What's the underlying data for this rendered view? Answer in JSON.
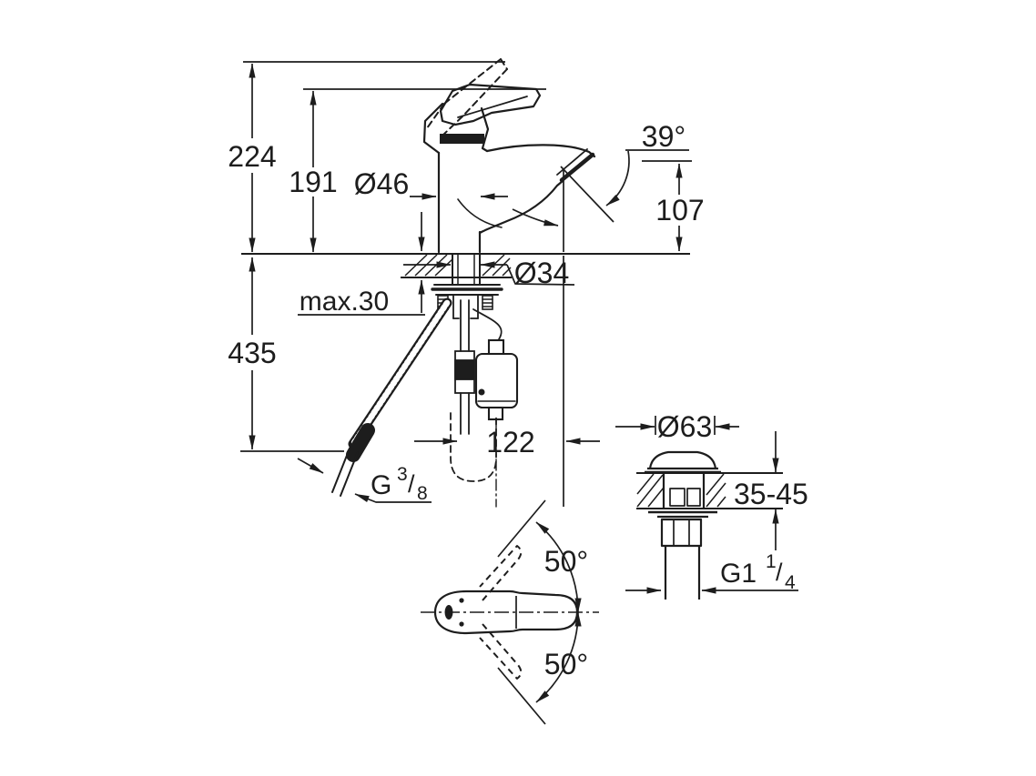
{
  "title": "Single-lever basin mixer technical dimension drawing",
  "background": "#ffffff",
  "line_color": "#1d1d1d",
  "dimensions": {
    "total_height": "224",
    "height_to_lever": "191",
    "body_diameter": "Ø46",
    "stream_angle": "39°",
    "spout_height": "107",
    "shank_diameter": "Ø34",
    "max_deck_thickness": "max.30",
    "supply_length_below": "435",
    "spout_projection": "122",
    "waste_cap_diameter": "Ø63",
    "waste_deck_thickness": "35-45",
    "lever_swing_up": "50°",
    "lever_swing_down": "50°"
  },
  "threads": {
    "supply": {
      "prefix": "G",
      "numerator": "3",
      "slash": "/",
      "denominator": "8"
    },
    "waste": {
      "prefix": "G1",
      "numerator": "1",
      "slash": "/",
      "denominator": "4"
    }
  }
}
